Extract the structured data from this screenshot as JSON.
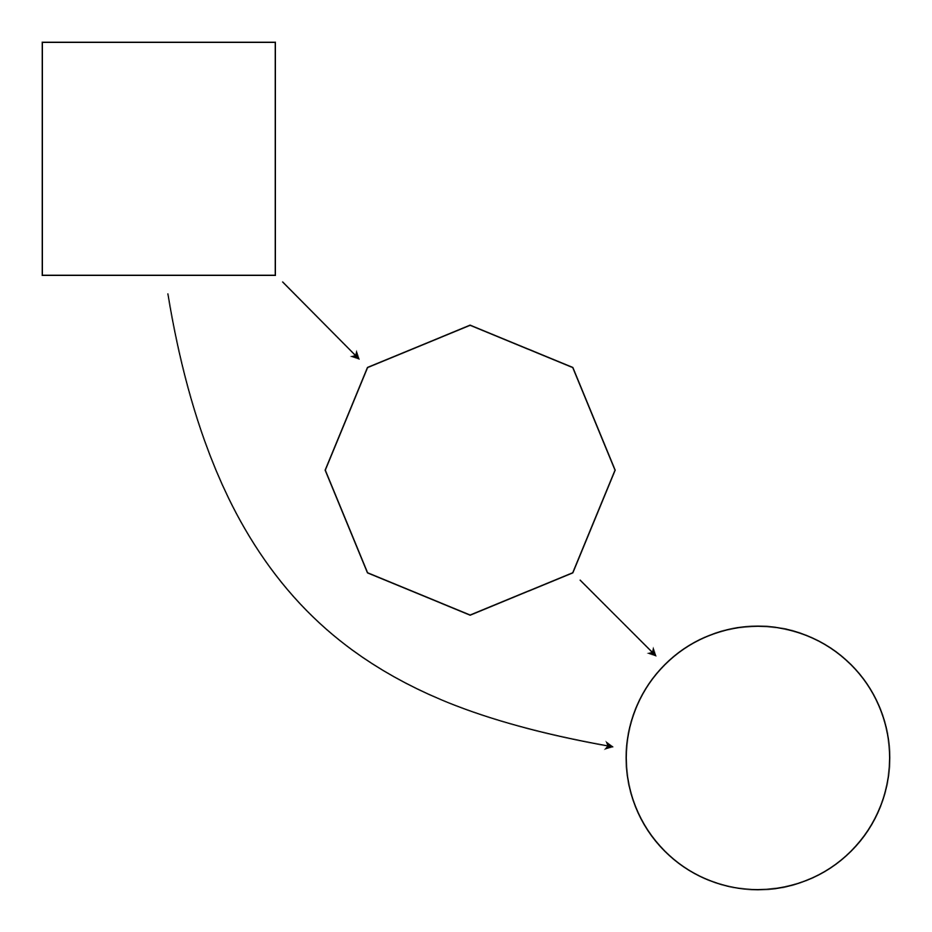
{
  "diagram": {
    "colors": {
      "background": "#ffffff",
      "stroke": "#000000"
    },
    "nodes": [
      {
        "id": "square",
        "shape": "square",
        "label": ""
      },
      {
        "id": "octagon",
        "shape": "octagon",
        "label": ""
      },
      {
        "id": "circle",
        "shape": "circle",
        "label": ""
      }
    ],
    "edges": [
      {
        "from": "square",
        "to": "octagon",
        "style": "straight-arrow"
      },
      {
        "from": "octagon",
        "to": "circle",
        "style": "straight-arrow"
      },
      {
        "from": "square",
        "to": "circle",
        "style": "curved-arrow"
      }
    ]
  }
}
